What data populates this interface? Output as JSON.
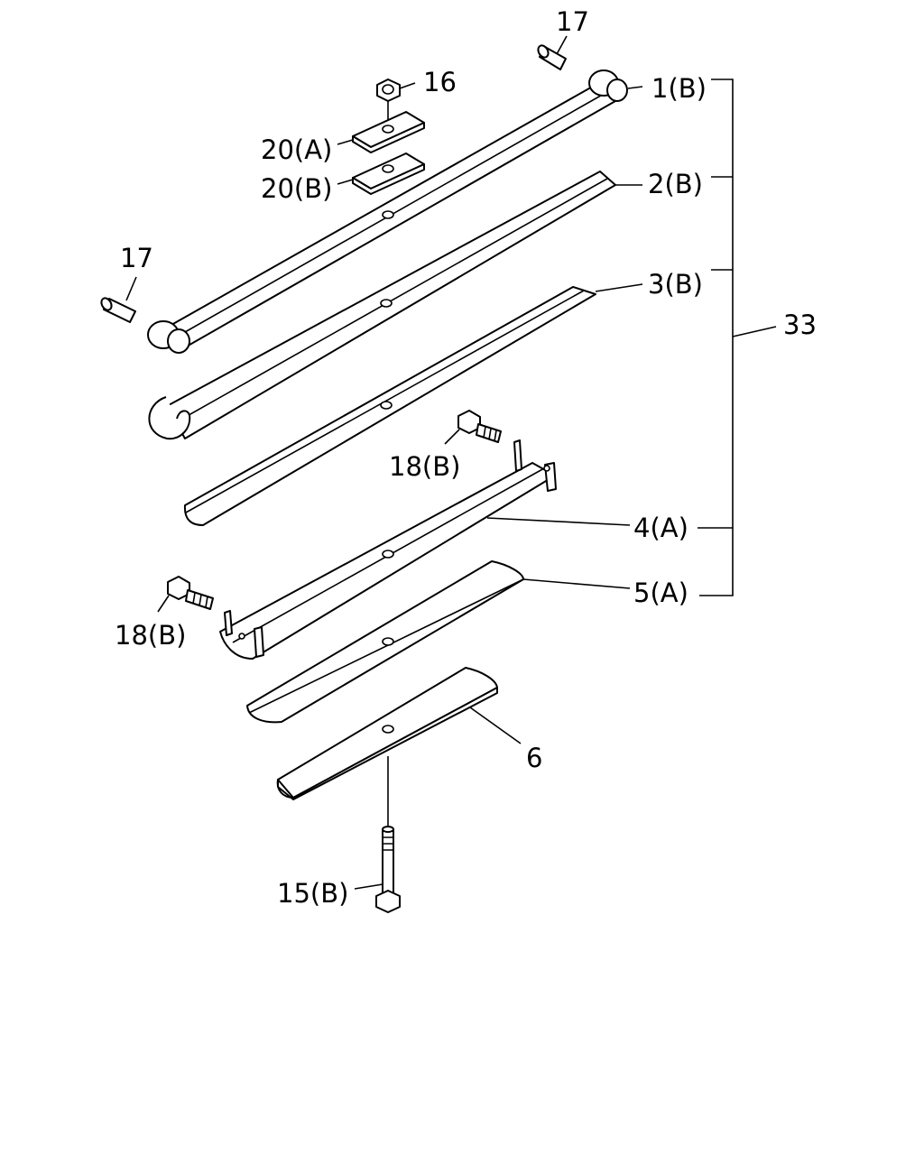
{
  "labels": {
    "p17_top": "17",
    "p16": "16",
    "p20a": "20(A)",
    "p20b": "20(B)",
    "p17_left": "17",
    "p1b": "1(B)",
    "p2b": "2(B)",
    "p3b": "3(B)",
    "p33": "33",
    "p18b_right": "18(B)",
    "p4a": "4(A)",
    "p18b_left": "18(B)",
    "p5a": "5(A)",
    "p6": "6",
    "p15b": "15(B)"
  }
}
